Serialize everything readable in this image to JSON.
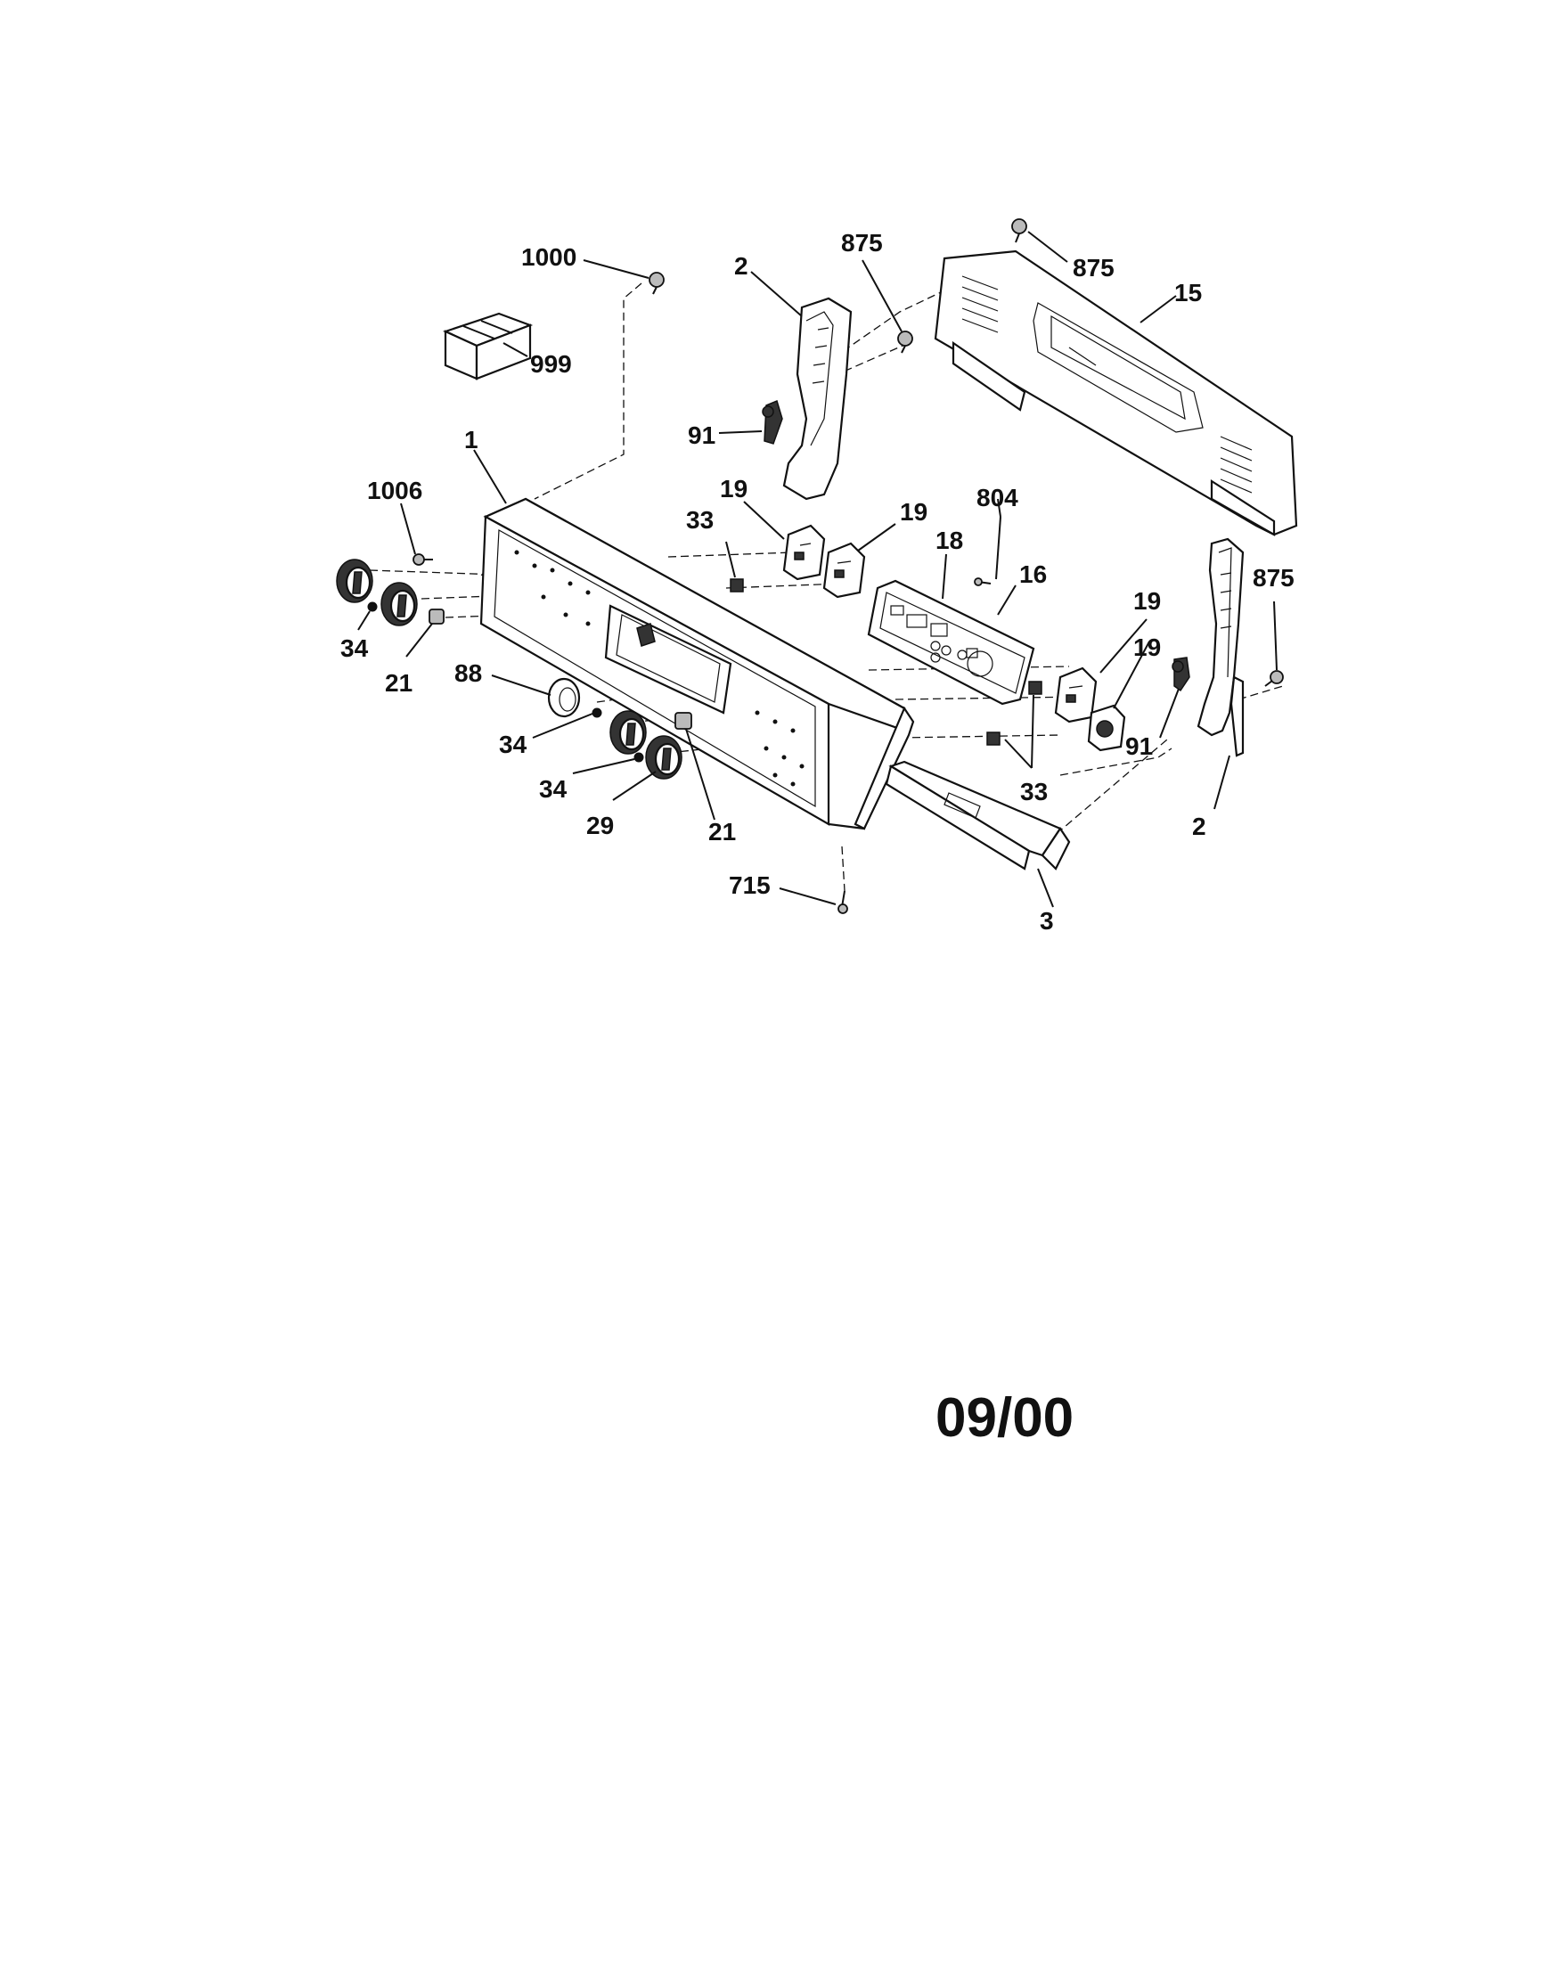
{
  "callouts": {
    "l1000": "1000",
    "l999": "999",
    "l2_top": "2",
    "l875_a": "875",
    "l875_b": "875",
    "l15": "15",
    "l91_top": "91",
    "l1": "1",
    "l1006": "1006",
    "l19_a": "19",
    "l19_b": "19",
    "l804": "804",
    "l33_a": "33",
    "l18": "18",
    "l16": "16",
    "l875_c": "875",
    "l34_a": "34",
    "l21_a": "21",
    "l19_c": "19",
    "l19_d": "19",
    "l88": "88",
    "l91_b": "91",
    "l34_b": "34",
    "l33_b": "33",
    "l34_c": "34",
    "l2_b": "2",
    "l29": "29",
    "l21_b": "21",
    "l715": "715",
    "l3": "3"
  },
  "date_stamp": "09/00"
}
